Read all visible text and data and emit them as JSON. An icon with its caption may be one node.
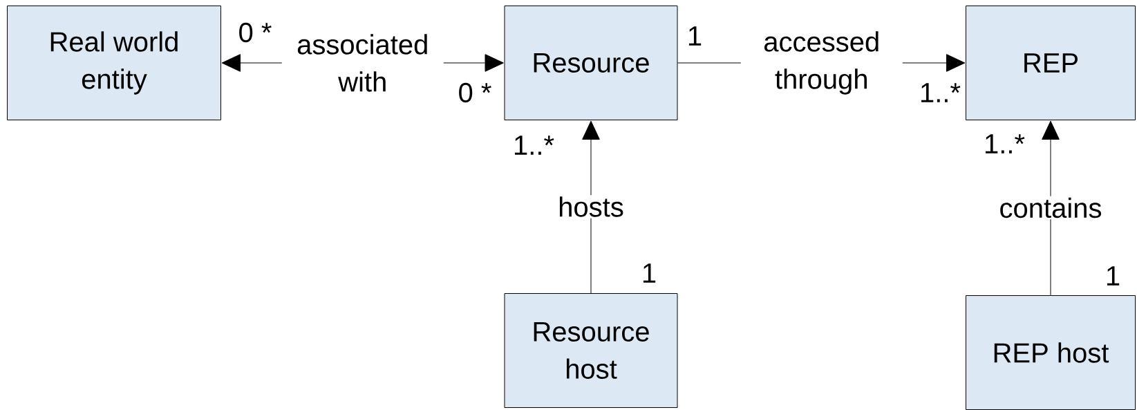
{
  "diagram": {
    "nodes": [
      {
        "text": [
          "Real world entity"
        ]
      },
      {
        "text": [
          "Resource"
        ]
      },
      {
        "text": [
          "REP"
        ]
      },
      {
        "text": [
          "Resource host"
        ]
      },
      {
        "text": [
          "REP host"
        ]
      }
    ],
    "edges": [
      {
        "from": 0,
        "to": 1,
        "arrow": "both",
        "label": "associated with"
      },
      {
        "from": 1,
        "to": 2,
        "arrow": "to",
        "label": "accessed through"
      },
      {
        "from": 3,
        "to": 1,
        "arrow": "to",
        "label": "hosts"
      },
      {
        "from": 4,
        "to": 2,
        "arrow": "to",
        "label": "contains"
      }
    ],
    "labels": [
      "0 *",
      "1",
      "0 *",
      "1..*",
      "1..*",
      "1..*",
      "1",
      "1"
    ]
  }
}
